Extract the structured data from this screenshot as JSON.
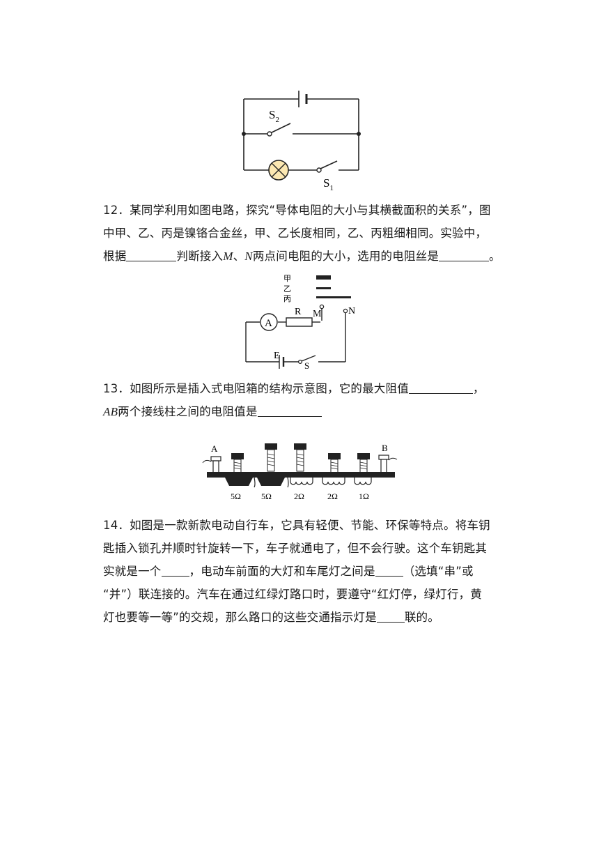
{
  "fig_circuit1": {
    "s2": "S",
    "s2_sub": "2",
    "s1": "S",
    "s1_sub": "1"
  },
  "q12": {
    "number": "12．",
    "line1": "某同学利用如图电路，探究“导体电阻的大小与其横截面积的关系”，图",
    "line2": "中甲、乙、丙是镍铬合金丝，甲、乙长度相同，乙、丙粗细相同。实验中，",
    "line3_a": "根据",
    "line3_b": "判断接入",
    "var_m": "M",
    "sep": "、",
    "var_n": "N",
    "line3_c": "两点间电阻的大小，选用的电阻丝是",
    "line3_end": "。"
  },
  "fig_circuit2": {
    "wire1": "甲",
    "wire2": "乙",
    "wire3": "丙",
    "ammeter": "A",
    "resistor": "R",
    "m": "M",
    "n": "N",
    "battery": "E",
    "switch": "S"
  },
  "q13": {
    "number": "13．",
    "line1_a": "如图所示是插入式电阻箱的结构示意图，它的最大阻值",
    "line1_end": "，",
    "var_ab": "AB",
    "line2_a": "两个接线柱之间的电阻值是"
  },
  "fig_box": {
    "a": "A",
    "b": "B",
    "r1": "5Ω",
    "r2": "5Ω",
    "r3": "2Ω",
    "r4": "2Ω",
    "r5": "1Ω"
  },
  "q14": {
    "number": "14．",
    "line1": "如图是一款新款电动自行车，它具有轻便、节能、环保等特点。将车钥",
    "line2": "匙插入锁孔并顺时针旋转一下，车子就通电了，但不会行驶。这个车钥匙其",
    "line3_a": "实就是一个",
    "line3_b": "，电动车前面的大灯和车尾灯之间是",
    "line3_c": "（选填“串”或",
    "line4": "“并”）联连接的。汽车在通过红绿灯路口时，要遵守“红灯停，绿灯行，黄",
    "line5_a": "灯也要等一等”的交规，那么路口的这些交通指示灯是",
    "line5_b": "联的。"
  }
}
